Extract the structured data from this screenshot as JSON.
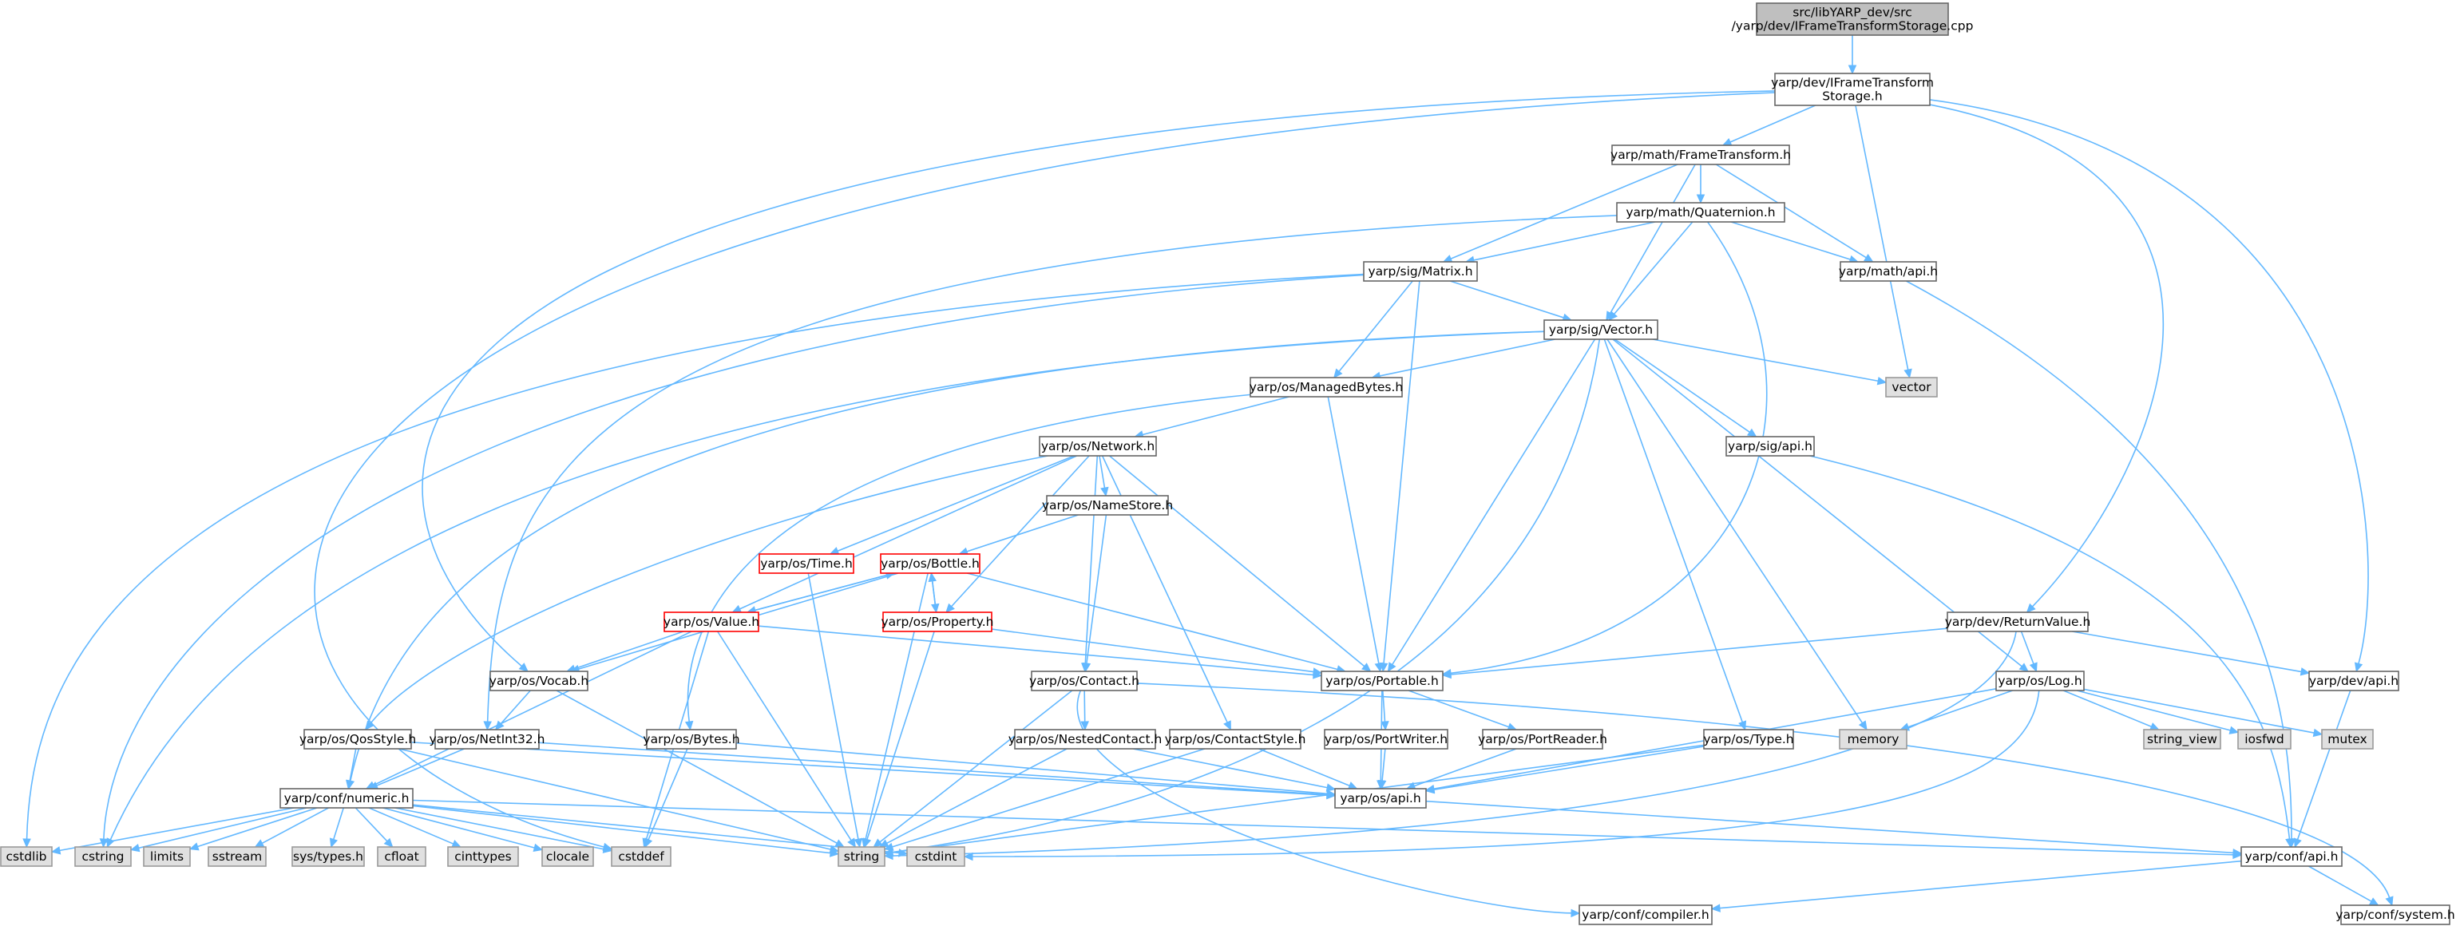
{
  "diagram": {
    "title": "",
    "colors": {
      "root_fill": "#bfbfbf",
      "root_stroke": "#666666",
      "node_fill": "#ffffff",
      "node_stroke": "#666666",
      "truncated_stroke": "#ff0000",
      "system_fill": "#e0e0e0",
      "system_stroke": "#999999",
      "edge": "#63b8ff",
      "text": "#000000"
    },
    "nodes": {
      "root": [
        "src/libYARP_dev/src",
        "/yarp/dev/IFrameTransformStorage.cpp"
      ],
      "iframe": [
        "yarp/dev/IFrameTransform",
        "Storage.h"
      ],
      "frametransform": [
        "yarp/math/FrameTransform.h"
      ],
      "quaternion": [
        "yarp/math/Quaternion.h"
      ],
      "matrix": [
        "yarp/sig/Matrix.h"
      ],
      "mathapi": [
        "yarp/math/api.h"
      ],
      "vector_h": [
        "yarp/sig/Vector.h"
      ],
      "vector": [
        "vector"
      ],
      "managedbytes": [
        "yarp/os/ManagedBytes.h"
      ],
      "sigapi": [
        "yarp/sig/api.h"
      ],
      "network": [
        "yarp/os/Network.h"
      ],
      "namestore": [
        "yarp/os/NameStore.h"
      ],
      "time": [
        "yarp/os/Time.h"
      ],
      "bottle": [
        "yarp/os/Bottle.h"
      ],
      "value": [
        "yarp/os/Value.h"
      ],
      "property": [
        "yarp/os/Property.h"
      ],
      "vocab": [
        "yarp/os/Vocab.h"
      ],
      "portable": [
        "yarp/os/Portable.h"
      ],
      "contact": [
        "yarp/os/Contact.h"
      ],
      "returnvalue": [
        "yarp/dev/ReturnValue.h"
      ],
      "devapi": [
        "yarp/dev/api.h"
      ],
      "log": [
        "yarp/os/Log.h"
      ],
      "qosstyle": [
        "yarp/os/QosStyle.h"
      ],
      "netint32": [
        "yarp/os/NetInt32.h"
      ],
      "bytes": [
        "yarp/os/Bytes.h"
      ],
      "nestedcontact": [
        "yarp/os/NestedContact.h"
      ],
      "contactstyle": [
        "yarp/os/ContactStyle.h"
      ],
      "portwriter": [
        "yarp/os/PortWriter.h"
      ],
      "portreader": [
        "yarp/os/PortReader.h"
      ],
      "type": [
        "yarp/os/Type.h"
      ],
      "memory": [
        "memory"
      ],
      "string_view": [
        "string_view"
      ],
      "iosfwd": [
        "iosfwd"
      ],
      "mutex": [
        "mutex"
      ],
      "numeric": [
        "yarp/conf/numeric.h"
      ],
      "osapi": [
        "yarp/os/api.h"
      ],
      "confapi": [
        "yarp/conf/api.h"
      ],
      "cstdlib": [
        "cstdlib"
      ],
      "cstring": [
        "cstring"
      ],
      "limits": [
        "limits"
      ],
      "sstream": [
        "sstream"
      ],
      "systypes": [
        "sys/types.h"
      ],
      "cfloat": [
        "cfloat"
      ],
      "cinttypes": [
        "cinttypes"
      ],
      "clocale": [
        "clocale"
      ],
      "cstddef": [
        "cstddef"
      ],
      "string": [
        "string"
      ],
      "cstdint": [
        "cstdint"
      ],
      "compiler": [
        "yarp/conf/compiler.h"
      ],
      "system": [
        "yarp/conf/system.h"
      ]
    }
  }
}
